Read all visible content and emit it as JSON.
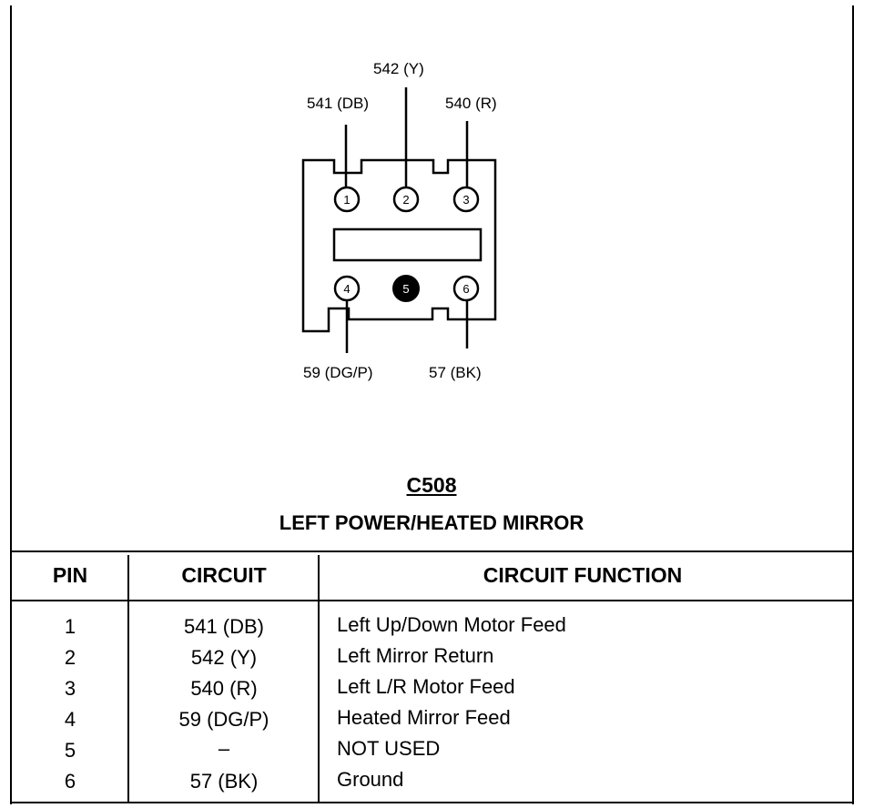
{
  "connector": {
    "id": "C508",
    "title": "LEFT POWER/HEATED MIRROR",
    "pins": [
      {
        "number": "1"
      },
      {
        "number": "2"
      },
      {
        "number": "3"
      },
      {
        "number": "4"
      },
      {
        "number": "5"
      },
      {
        "number": "6"
      }
    ],
    "wire_labels": {
      "pin1": "541 (DB)",
      "pin2": "542 (Y)",
      "pin3": "540 (R)",
      "pin4": "59 (DG/P)",
      "pin6": "57 (BK)"
    }
  },
  "table": {
    "headers": [
      "PIN",
      "CIRCUIT",
      "CIRCUIT FUNCTION"
    ],
    "rows": [
      [
        "1",
        "541 (DB)",
        "Left Up/Down Motor Feed"
      ],
      [
        "2",
        "542 (Y)",
        "Left Mirror Return"
      ],
      [
        "3",
        "540 (R)",
        "Left L/R Motor Feed"
      ],
      [
        "4",
        "59 (DG/P)",
        "Heated Mirror Feed"
      ],
      [
        "5",
        "–",
        "NOT USED"
      ],
      [
        "6",
        "57 (BK)",
        "Ground"
      ]
    ]
  }
}
